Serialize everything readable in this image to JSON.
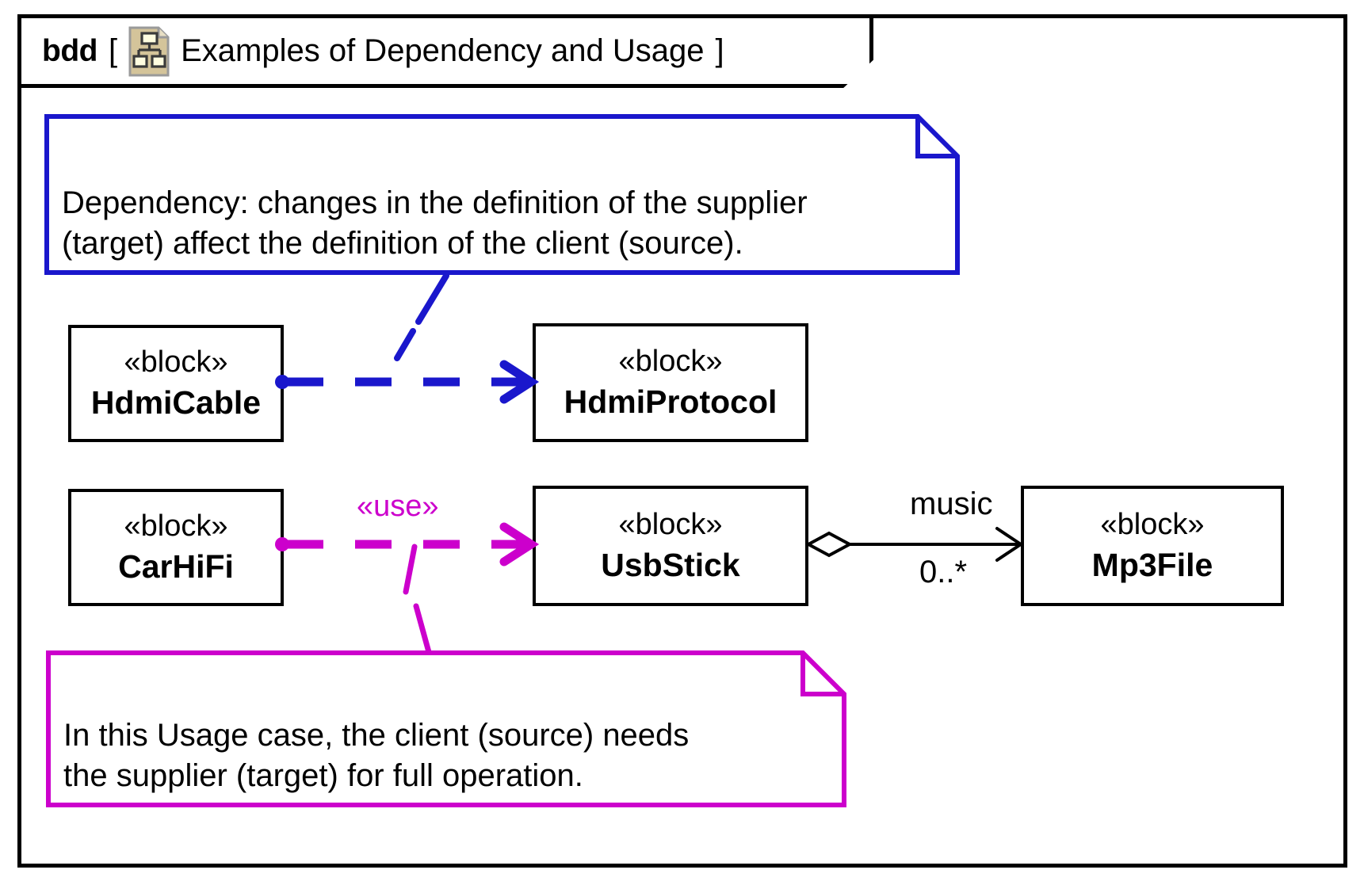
{
  "frame": {
    "kind": "bdd",
    "bracket_open": "[",
    "bracket_close": "]",
    "title": "Examples of Dependency and Usage",
    "icon": "bdd-diagram-icon",
    "icon_fill": "#D4C49A",
    "icon_node_fill": "#FFFDE0"
  },
  "notes": [
    {
      "id": "dependency",
      "text": "Dependency: changes in the definition of the supplier\n(target) affect the definition of the client (source).",
      "color": "#1A17CC"
    },
    {
      "id": "usage",
      "text": "In this Usage case, the client (source) needs\nthe supplier (target) for full operation.",
      "color": "#CC00CC"
    }
  ],
  "blocks": [
    {
      "id": "hdmicable",
      "stereotype": "«block»",
      "name": "HdmiCable"
    },
    {
      "id": "hdmiprotocol",
      "stereotype": "«block»",
      "name": "HdmiProtocol"
    },
    {
      "id": "carhifi",
      "stereotype": "«block»",
      "name": "CarHiFi"
    },
    {
      "id": "usbstick",
      "stereotype": "«block»",
      "name": "UsbStick"
    },
    {
      "id": "mp3file",
      "stereotype": "«block»",
      "name": "Mp3File"
    }
  ],
  "relationships": [
    {
      "id": "dependency-hdmi",
      "type": "dependency",
      "source": "HdmiCable",
      "target": "HdmiProtocol",
      "label": "",
      "color": "#1A17CC",
      "line": "dashed",
      "arrowhead": "open"
    },
    {
      "id": "usage-carhifi",
      "type": "usage",
      "source": "CarHiFi",
      "target": "UsbStick",
      "label": "«use»",
      "color": "#CC00CC",
      "line": "dashed",
      "arrowhead": "open"
    },
    {
      "id": "assoc-music",
      "type": "aggregation",
      "source": "UsbStick",
      "target": "Mp3File",
      "role": "music",
      "multiplicity": "0..*",
      "color": "#000000",
      "line": "solid",
      "arrowhead": "open",
      "source_end": "open-diamond"
    }
  ],
  "colors": {
    "frame": "#000000",
    "dependency_blue": "#1A17CC",
    "usage_magenta": "#CC00CC",
    "block_border": "#000000",
    "background": "#FFFFFF"
  }
}
